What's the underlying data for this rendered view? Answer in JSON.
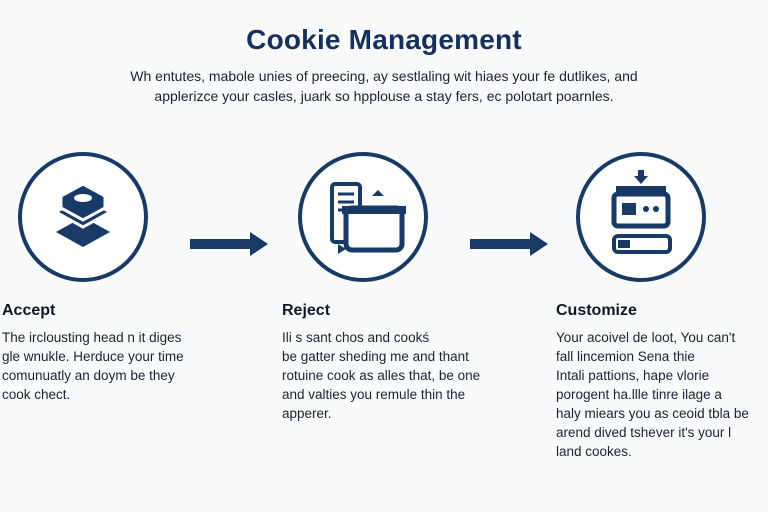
{
  "header": {
    "title": "Cookie Management",
    "intro_lines": [
      "Wh entutes, mabole unies of preecing, ay sestlaling wit hiaes your fe dutlikes, and",
      "applerizce your casles, juark so hpplouse a stay fers, ec polotart poarnles."
    ]
  },
  "steps": [
    {
      "title": "Accept",
      "icon": "stacked-cookie-icon",
      "desc_lines": [
        "The irclousting head n it diges",
        "gle wnukle. Herduce your time",
        "comunuatly an doym be they",
        "cook chect."
      ]
    },
    {
      "title": "Reject",
      "icon": "document-stack-icon",
      "desc_lines": [
        "Ili s sant chos and cookś",
        "be gatter sheding me and thant",
        "rotuine cook as alles that, be one",
        "and valties you remule thin the",
        "apperer."
      ]
    },
    {
      "title": "Customize",
      "icon": "settings-panel-icon",
      "desc_lines": [
        "Your acoivel de loot,  You can't",
        "fall lincemion Sena thie",
        "Intali pattions, hape vlorie",
        "porogent ha.llle tinre ilage a",
        "haly miears you as ceoid tbla be",
        "arend dived tshever it's your l",
        "land cookes."
      ]
    }
  ],
  "colors": {
    "accent": "#173a66",
    "title": "#15305a",
    "text": "#1b2233",
    "background": "#f9fafc"
  }
}
